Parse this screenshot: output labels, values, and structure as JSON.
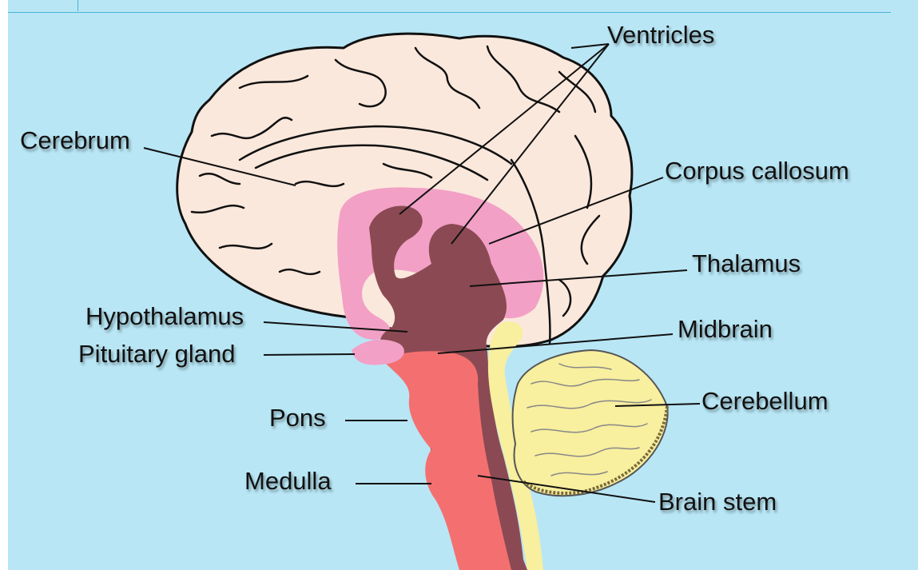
{
  "labels": {
    "ventricles": "Ventricles",
    "cerebrum": "Cerebrum",
    "corpus_callosum": "Corpus callosum",
    "thalamus": "Thalamus",
    "hypothalamus": "Hypothalamus",
    "midbrain": "Midbrain",
    "pituitary_gland": "Pituitary gland",
    "cerebellum": "Cerebellum",
    "pons": "Pons",
    "medulla": "Medulla",
    "brain_stem": "Brain stem"
  },
  "colors": {
    "background": "#b8e6f5",
    "cerebrum": "#fbe8dc",
    "corpus_callosum": "#f2a0c6",
    "ventricles_thalamus": "#8b4a53",
    "brain_stem": "#f47070",
    "cerebellum": "#f8ef9f",
    "pituitary": "#f2a0c6"
  }
}
